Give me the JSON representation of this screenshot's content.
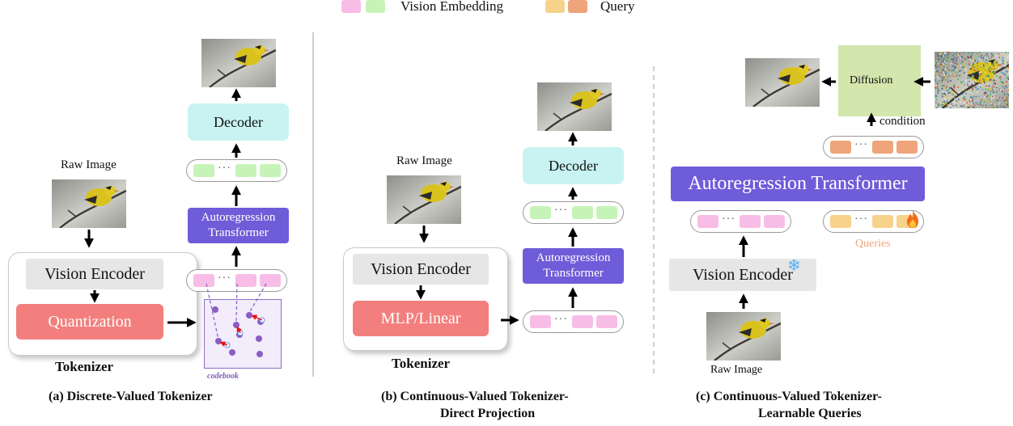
{
  "legend": {
    "embedding_label": "Vision Embedding",
    "query_label": "Query",
    "embedding_colors": [
      "#f8bde6",
      "#c6f4b8"
    ],
    "query_colors": [
      "#f6d28a",
      "#efa57c"
    ]
  },
  "panel_a": {
    "raw_image_label": "Raw Image",
    "encoder_label": "Vision Encoder",
    "quantization_label": "Quantization",
    "tokenizer_label": "Tokenizer",
    "codebook_label": "codebook",
    "ar_label_line1": "Autoregression",
    "ar_label_line2": "Transformer",
    "decoder_label": "Decoder",
    "caption": "(a) Discrete-Valued Tokenizer"
  },
  "panel_b": {
    "raw_image_label": "Raw Image",
    "encoder_label": "Vision Encoder",
    "projection_label": "MLP/Linear",
    "tokenizer_label": "Tokenizer",
    "ar_label_line1": "Autoregression",
    "ar_label_line2": "Transformer",
    "decoder_label": "Decoder",
    "caption_line1": "(b) Continuous-Valued Tokenizer-",
    "caption_line2": "Direct Projection"
  },
  "panel_c": {
    "raw_image_label": "Raw Image",
    "encoder_label": "Vision Encoder",
    "ar_label": "Autoregression Transformer",
    "queries_label": "Queries",
    "diffusion_label": "Diffusion",
    "condition_label": "condition",
    "caption_line1": "(c) Continuous-Valued Tokenizer-",
    "caption_line2": "Learnable Queries"
  },
  "icons": {
    "frozen": "snowflake-icon",
    "trainable": "fire-icon",
    "image": "bird-photo"
  }
}
